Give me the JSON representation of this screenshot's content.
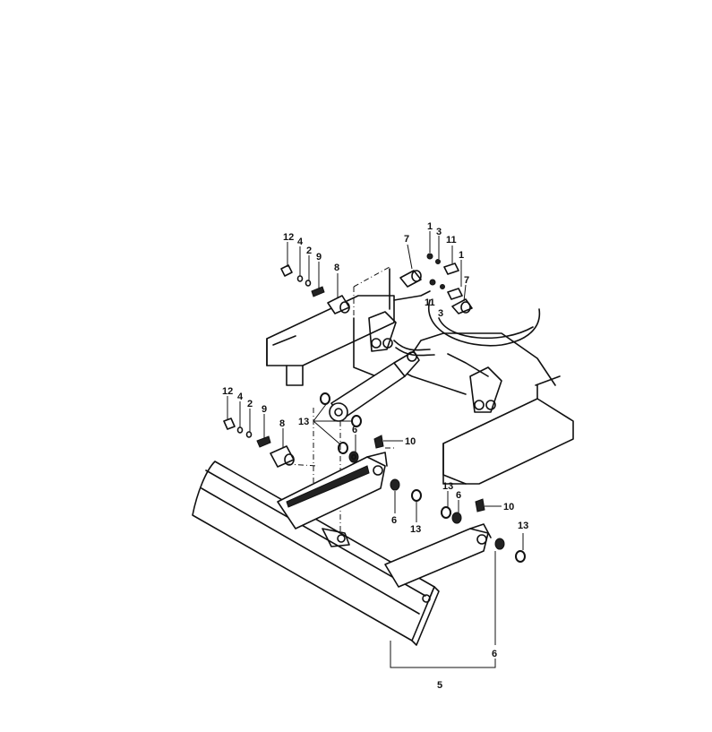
{
  "callouts": {
    "c12a": "12",
    "c4a": "4",
    "c2a": "2",
    "c9a": "9",
    "c8a": "8",
    "c7a": "7",
    "c1a": "1",
    "c3a": "3",
    "c11a": "11",
    "c1b": "1",
    "c11b": "11",
    "c3b": "3",
    "c7b": "7",
    "c12b": "12",
    "c4b": "4",
    "c2b": "2",
    "c9b": "9",
    "c8b": "8",
    "c13a": "13",
    "c6a": "6",
    "c10a": "10",
    "c6b": "6",
    "c13b": "13",
    "c13c": "13",
    "c6c": "6",
    "c10b": "10",
    "c13d": "13",
    "c6d": "6",
    "c5": "5"
  }
}
